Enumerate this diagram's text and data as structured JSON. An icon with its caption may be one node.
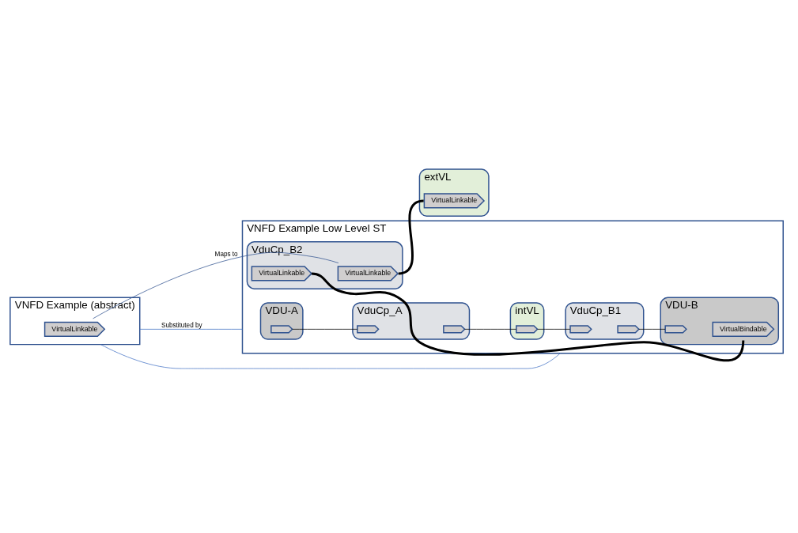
{
  "diagram": {
    "nodes": [
      {
        "text": [
          "VNFD Example (abstract)"
        ]
      },
      {
        "text": [
          "VirtualLinkable"
        ],
        "in": 0
      },
      {
        "text": [
          "VNFD Example Low Level ST"
        ]
      },
      {
        "text": [
          "VDU-A"
        ],
        "in": 2
      },
      {
        "text": [],
        "shape": "chevron",
        "in": 3
      },
      {
        "text": [
          "VduCp_A"
        ],
        "in": 2
      },
      {
        "text": [],
        "shape": "chevron",
        "in": 5
      },
      {
        "text": [],
        "shape": "chevron",
        "in": 5
      },
      {
        "text": [
          "intVL"
        ],
        "in": 2
      },
      {
        "text": [],
        "shape": "chevron",
        "in": 8
      },
      {
        "text": [
          "VduCp_B1"
        ],
        "in": 2
      },
      {
        "text": [],
        "shape": "chevron",
        "in": 10
      },
      {
        "text": [],
        "shape": "chevron",
        "in": 10
      },
      {
        "text": [
          "VDU-B"
        ],
        "in": 2
      },
      {
        "text": [],
        "shape": "chevron",
        "in": 13
      },
      {
        "text": [
          "VirtualBindable"
        ],
        "in": 13
      },
      {
        "text": [
          "VduCp_B2"
        ],
        "in": 2
      },
      {
        "text": [
          "VirtualLinkable"
        ],
        "in": 16
      },
      {
        "text": [
          "VirtualLinkable"
        ],
        "in": 16
      },
      {
        "text": [
          "extVL"
        ]
      },
      {
        "text": [
          "VirtualLinkable"
        ],
        "in": 19
      }
    ],
    "edges": [
      {
        "from": 0,
        "to": 2,
        "arrow": "none",
        "label": "Substituted by",
        "color": "#4472c4"
      },
      {
        "from": 0,
        "to": 2,
        "arrow": "none",
        "color": "#4472c4"
      },
      {
        "from": 4,
        "to": 6,
        "arrow": "none"
      },
      {
        "from": 7,
        "to": 9,
        "arrow": "none"
      },
      {
        "from": 9,
        "to": 11,
        "arrow": "none"
      },
      {
        "from": 12,
        "to": 14,
        "arrow": "none"
      },
      {
        "from": 17,
        "to": 15,
        "arrow": "none",
        "style": "thick"
      },
      {
        "from": 1,
        "to": 18,
        "arrow": "none",
        "label": "Maps to",
        "color": "#2f528f"
      },
      {
        "from": 18,
        "to": 20,
        "arrow": "none",
        "style": "thick"
      }
    ]
  }
}
